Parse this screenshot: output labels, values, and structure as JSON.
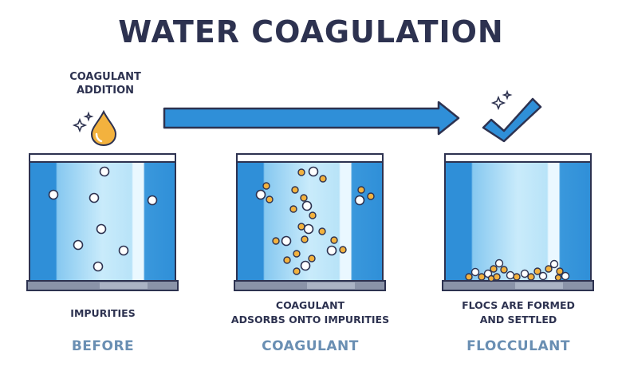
{
  "title": "WATER COAGULATION",
  "coagulant_addition": {
    "line1": "COAGULANT",
    "line2": "ADDITION"
  },
  "panels": [
    {
      "caption_lines": [
        "IMPURITIES"
      ],
      "stage": "BEFORE"
    },
    {
      "caption_lines": [
        "COAGULANT",
        "ADSORBS ONTO IMPURITIES"
      ],
      "stage": "COAGULANT"
    },
    {
      "caption_lines": [
        "FLOCS ARE FORMED",
        "AND SETTLED"
      ],
      "stage": "FLOCCULANT"
    }
  ],
  "icons": {
    "drop": "coagulant-drop-icon",
    "sparkle": "sparkle-icon",
    "arrow": "process-arrow-icon",
    "check": "checkmark-icon"
  },
  "colors": {
    "outline": "#2d3250",
    "water_dark": "#2f8fd8",
    "water_light": "#a9d9f5",
    "drop": "#f3b23e",
    "stage_text": "#6a8fb3"
  }
}
